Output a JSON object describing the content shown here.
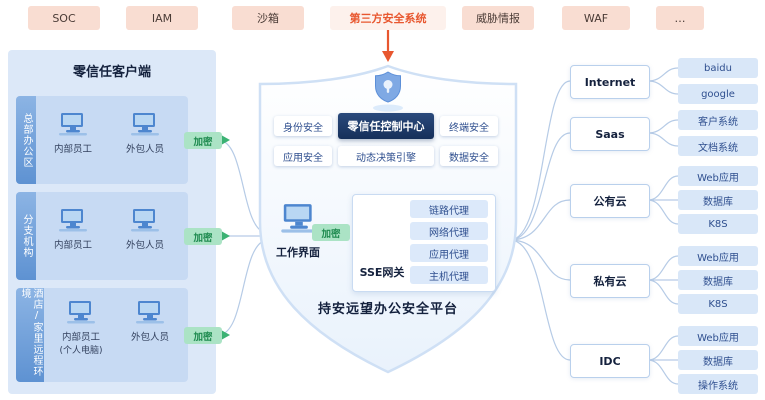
{
  "topbar": {
    "items": [
      {
        "label": "SOC"
      },
      {
        "label": "IAM"
      },
      {
        "label": "沙箱"
      },
      {
        "label": "第三方安全系统",
        "highlight": true
      },
      {
        "label": "威胁情报"
      },
      {
        "label": "WAF"
      },
      {
        "label": "…"
      }
    ]
  },
  "left_panel": {
    "title": "零信任客户端",
    "encrypt_badge": "加密",
    "groups": [
      {
        "side_label": "总部办公区",
        "members": [
          {
            "label": "内部员工"
          },
          {
            "label": "外包人员"
          }
        ]
      },
      {
        "side_label": "分支机构",
        "members": [
          {
            "label": "内部员工"
          },
          {
            "label": "外包人员"
          }
        ]
      },
      {
        "side_label": "酒店/家里远程环境",
        "members": [
          {
            "label": "内部员工",
            "sub": "(个人电脑)"
          },
          {
            "label": "外包人员"
          }
        ]
      }
    ]
  },
  "shield": {
    "identity": "身份安全",
    "application": "应用安全",
    "terminal": "终端安全",
    "data": "数据安全",
    "control_center": "零信任控制中心",
    "decision_engine": "动态决策引擎",
    "sse_gateway": {
      "label": "SSE网关",
      "items": [
        "链路代理",
        "网络代理",
        "应用代理",
        "主机代理"
      ]
    },
    "workspace_label": "工作界面",
    "encrypt_badge": "加密",
    "platform_title": "持安远望办公安全平台"
  },
  "right_panel": {
    "groups": [
      {
        "label": "Internet",
        "items": [
          "baidu",
          "google"
        ]
      },
      {
        "label": "Saas",
        "items": [
          "客户系统",
          "文档系统"
        ]
      },
      {
        "label": "公有云",
        "items": [
          "Web应用",
          "数据库",
          "K8S"
        ]
      },
      {
        "label": "私有云",
        "items": [
          "Web应用",
          "数据库",
          "K8S"
        ]
      },
      {
        "label": "IDC",
        "items": [
          "Web应用",
          "数据库",
          "操作系统"
        ]
      }
    ]
  },
  "icons": {
    "top_shield": "shield-lock-icon",
    "client": "computer-icon",
    "workspace": "workspace-icon",
    "arrow_down": "arrow-down-icon",
    "arrow_right": "arrow-right-icon"
  },
  "colors": {
    "accent_orange": "#e8572f",
    "badge_green_bg": "#abe3c5",
    "badge_green_text": "#1e8a4f",
    "panel_blue": "#dce8f8",
    "navy": "#1b3a66",
    "pill_text": "#2f4f8f",
    "connector": "#b6cbe6",
    "topbar_bg": "#f9ddd2"
  }
}
